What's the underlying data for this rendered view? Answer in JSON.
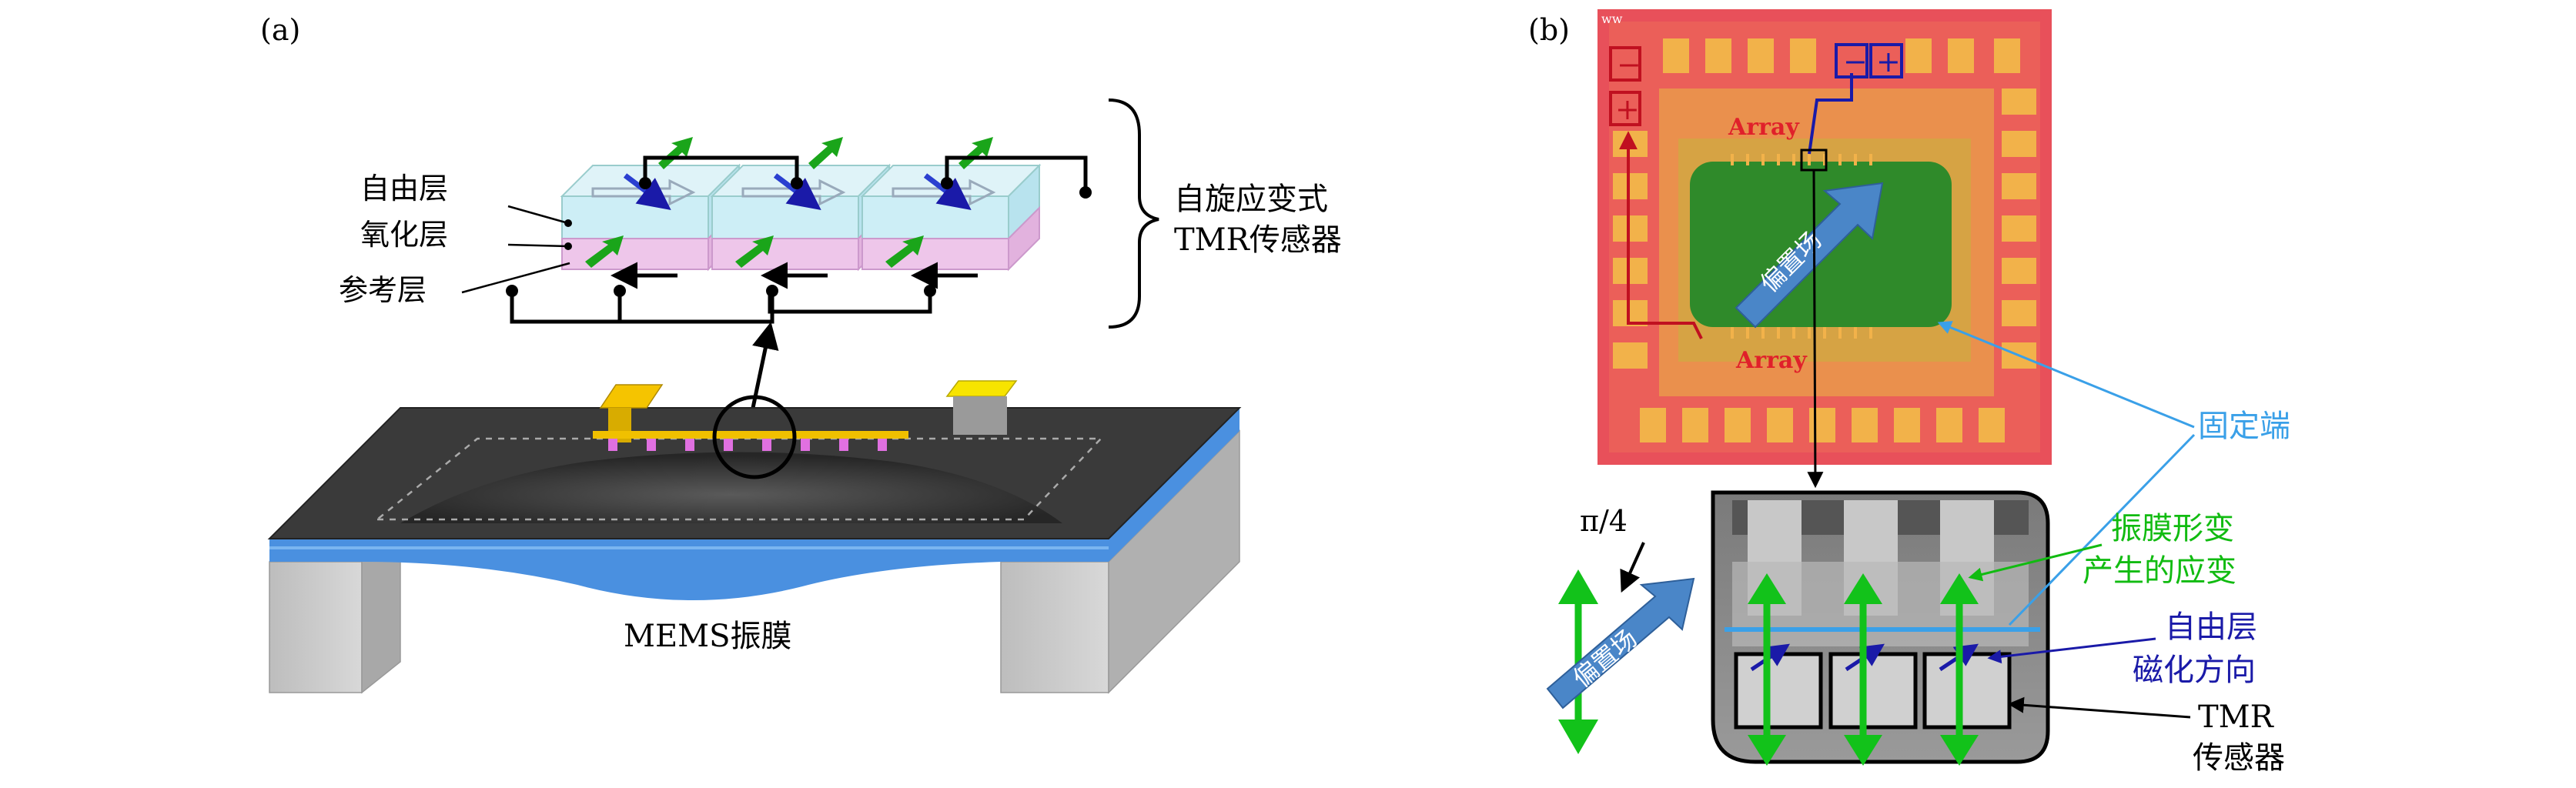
{
  "panel_a": {
    "label": "(a)",
    "layer_labels": [
      "自由层",
      "氧化层",
      "参考层"
    ],
    "sensor_label_line1": "自旋应变式",
    "sensor_label_line2": "TMR传感器",
    "membrane_label": "MEMS振膜"
  },
  "panel_b": {
    "label": "(b)",
    "chip_top_left_minus": "−",
    "chip_top_left_plus": "+",
    "chip_top_right_minus": "−",
    "chip_top_right_plus": "+",
    "array_top": "Array",
    "array_bottom": "Array",
    "bias_field_chip": "偏置场",
    "bias_field_side": "偏置场",
    "angle_label": "π/4",
    "fixed_end": "固定端",
    "strain_line1": "振膜形变",
    "strain_line2": "产生的应变",
    "free_layer_line1": "自由层",
    "free_layer_line2": "磁化方向",
    "tmr_line1": "TMR",
    "tmr_line2": "传感器",
    "chip_corner_mark": "ww"
  },
  "colors": {
    "chip_red": "#e8505a",
    "pad_gold": "#f2b24a",
    "membrane_green": "#2f8a2a",
    "arrow_green": "#12c21a",
    "bias_blue": "#4a86c8",
    "fixed_blue": "#3aa0e8",
    "free_layer_blue": "#1a1aa8",
    "substrate_blue": "#4a90e0",
    "label_green": "#11bb11"
  }
}
